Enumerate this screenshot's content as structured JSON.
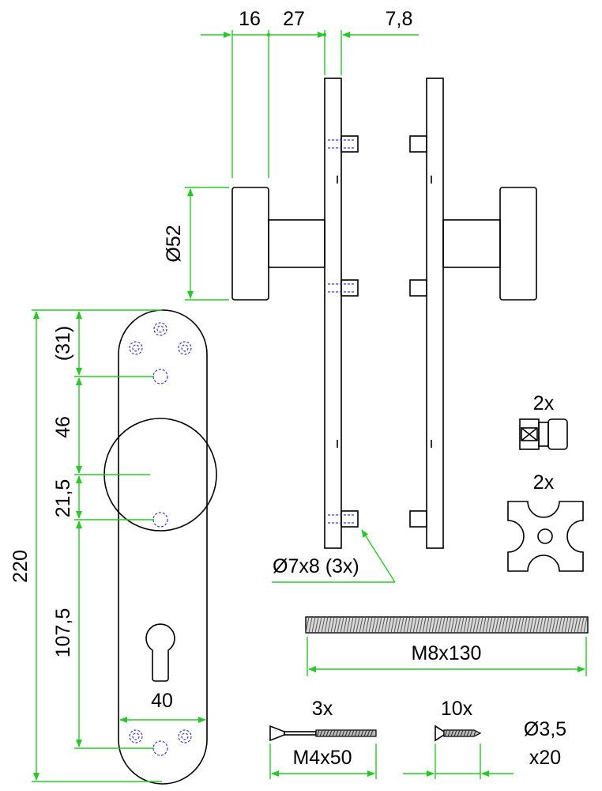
{
  "dimensions": {
    "top_16": "16",
    "top_27": "27",
    "top_7_8": "7,8",
    "dia_52": "Ø52",
    "h_31": "(31)",
    "h_46": "46",
    "h_21_5": "21,5",
    "h_107_5": "107,5",
    "h_220": "220",
    "w_40": "40"
  },
  "callouts": {
    "hole": "Ø7x8 (3x)",
    "bolt_spacer_qty": "2x",
    "square_plate_qty": "2x",
    "rod": "M8x130",
    "screw_m4_qty": "3x",
    "screw_m4": "M4x50",
    "screw_small_qty": "10x",
    "screw_small_dia": "Ø3,5",
    "screw_small_len": "x20"
  },
  "colors": {
    "outline": "#000000",
    "dimension": "#22cc22",
    "hidden": "#3a3acc"
  }
}
